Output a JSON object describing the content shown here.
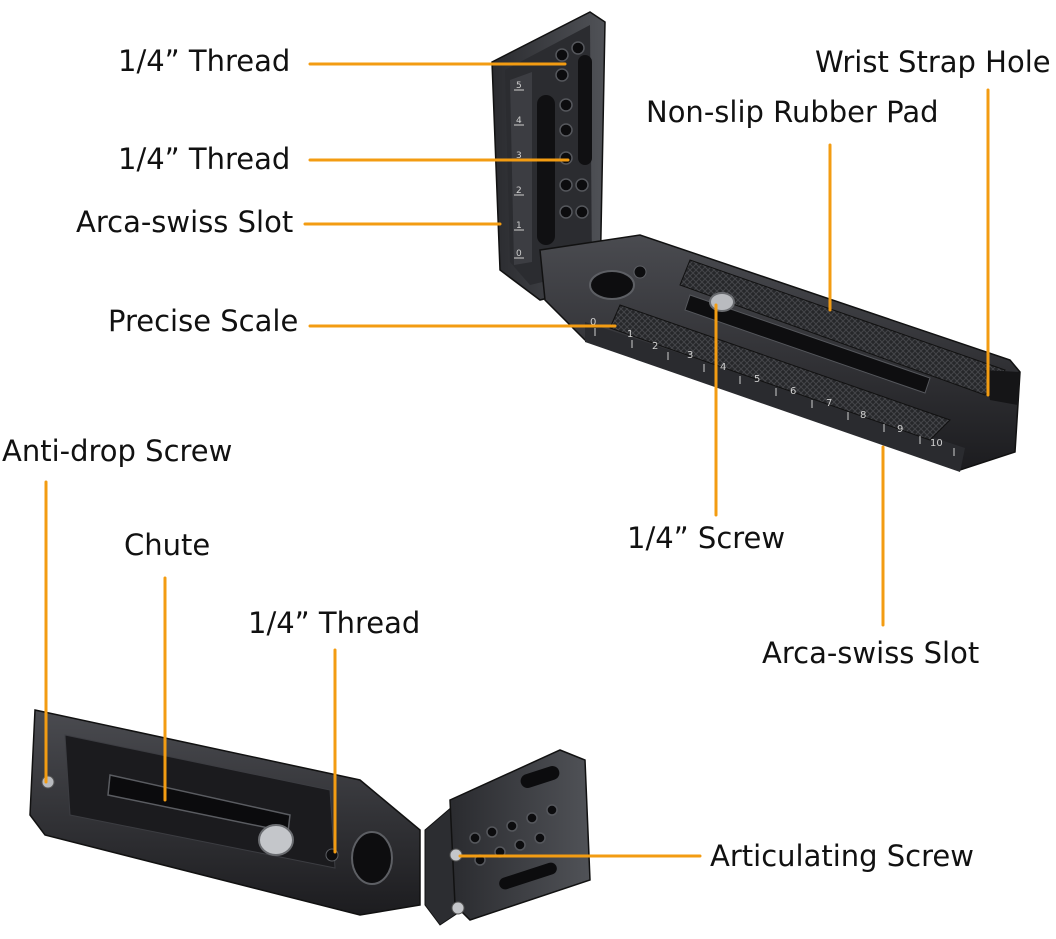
{
  "colors": {
    "leader": "#F39C12",
    "metal_dark": "#1f1f22",
    "metal_mid": "#3a3b3f",
    "metal_light": "#5a5c61",
    "scale_text": "#d0d0d0"
  },
  "labels": {
    "thread_top": "1/4” Thread",
    "thread_mid": "1/4” Thread",
    "arca_slot_vertical": "Arca-swiss Slot",
    "precise_scale": "Precise Scale",
    "wrist_strap_hole": "Wrist Strap Hole",
    "rubber_pad": "Non-slip Rubber Pad",
    "anti_drop_screw": "Anti-drop Screw",
    "chute": "Chute",
    "thread_bottom": "1/4” Thread",
    "screw": "1/4” Screw",
    "arca_slot_horizontal": "Arca-swiss Slot",
    "articulating_screw": "Articulating Screw"
  },
  "scale": {
    "horizontal_ticks": [
      "0",
      "1",
      "2",
      "3",
      "4",
      "5",
      "6",
      "7",
      "8",
      "9",
      "10"
    ],
    "vertical_ticks": [
      "0",
      "1",
      "2",
      "3",
      "4",
      "5"
    ]
  },
  "icons": {
    "bracket_top": "l-bracket-plate",
    "bracket_bottom": "folding-bracket-plate"
  }
}
